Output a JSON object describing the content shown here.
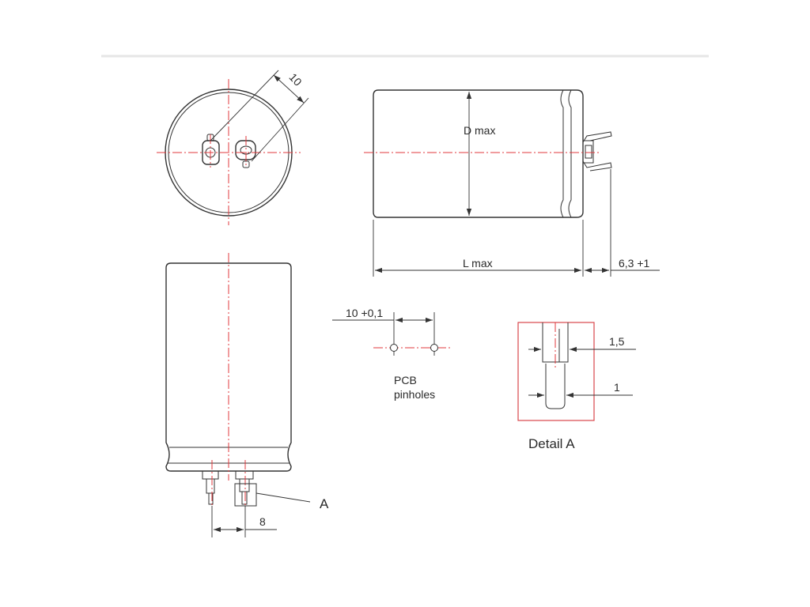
{
  "labels": {
    "pin_spacing_top": "10",
    "diameter": "D max",
    "length": "L max",
    "terminal_length": "6,3 +1",
    "pcb_spacing": "10 +0,1",
    "pcb_title_line1": "PCB",
    "pcb_title_line2": "pinholes",
    "detail_width_upper": "1,5",
    "detail_width_lower": "1",
    "detail_caption": "Detail A",
    "bottom_pin_spacing": "8",
    "detail_ref": "A"
  },
  "colors": {
    "line": "#333333",
    "centerline": "#e0383c",
    "detail_box": "#d9474b",
    "rule": "#e6e6e6"
  }
}
